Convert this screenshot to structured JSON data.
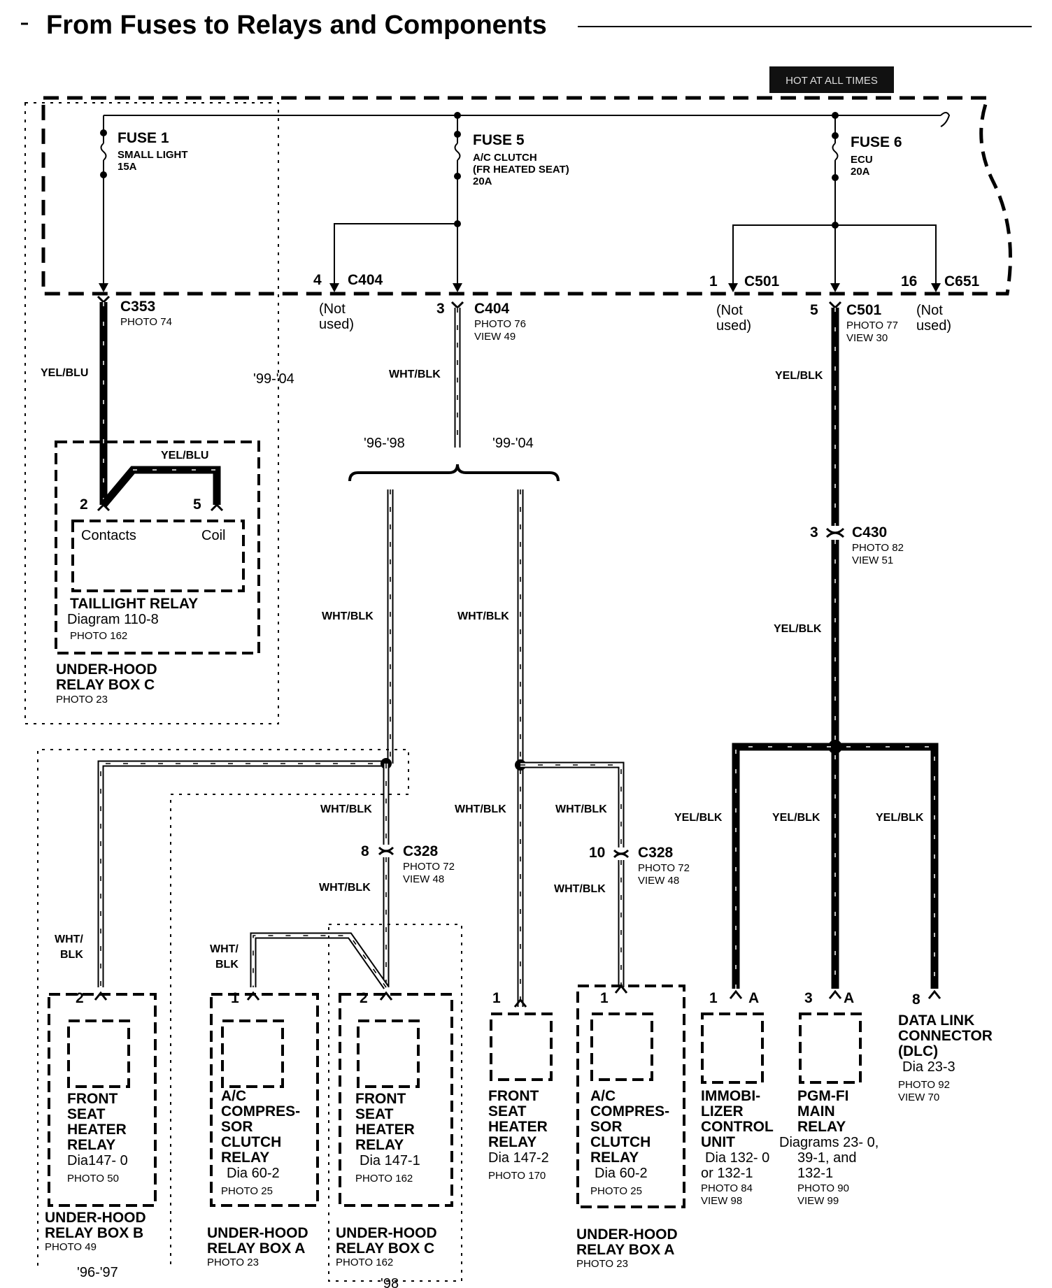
{
  "header": {
    "title": "From Fuses to Relays and Components",
    "hot_badge": "HOT AT ALL TIMES"
  },
  "fuses": [
    {
      "name": "FUSE 1",
      "desc1": "SMALL LIGHT",
      "desc2": "15A",
      "desc3": ""
    },
    {
      "name": "FUSE 5",
      "desc1": "A/C CLUTCH",
      "desc2": "(FR HEATED SEAT)",
      "desc3": "20A"
    },
    {
      "name": "FUSE 6",
      "desc1": "ECU",
      "desc2": "20A",
      "desc3": ""
    }
  ],
  "connectors": {
    "c353": {
      "name": "C353",
      "photo": "PHOTO 74"
    },
    "c404_unused": {
      "pin": "4",
      "name": "C404",
      "note1": "(Not",
      "note2": "used)"
    },
    "c404": {
      "pin": "3",
      "name": "C404",
      "photo": "PHOTO 76",
      "view": "VIEW 49"
    },
    "c501_unused": {
      "pin": "1",
      "name": "C501",
      "note1": "(Not",
      "note2": "used)"
    },
    "c501": {
      "pin": "5",
      "name": "C501",
      "photo": "PHOTO 77",
      "view": "VIEW 30"
    },
    "c651_unused": {
      "pin": "16",
      "name": "C651",
      "note1": "(Not",
      "note2": "used)"
    },
    "c430": {
      "pin": "3",
      "name": "C430",
      "photo": "PHOTO 82",
      "view": "VIEW 51"
    },
    "c328_a": {
      "pin": "8",
      "name": "C328",
      "photo": "PHOTO 72",
      "view": "VIEW 48"
    },
    "c328_b": {
      "pin": "10",
      "name": "C328",
      "photo": "PHOTO 72",
      "view": "VIEW 48"
    }
  },
  "wires": {
    "yel_blu": "YEL/BLU",
    "wht_blk": "WHT/BLK",
    "yel_blk": "YEL/BLK",
    "wht": "WHT/",
    "blk": "BLK"
  },
  "years": {
    "y99_04": "'99-'04",
    "y96_98": "'96-'98",
    "y96_97": "'96-'97",
    "y98": "'98"
  },
  "taillight": {
    "pin_a": "2",
    "pin_b": "5",
    "contacts": "Contacts",
    "coil": "Coil",
    "name": "TAILLIGHT RELAY",
    "diagram": "Diagram 110-8",
    "photo": "PHOTO 162",
    "box1": "UNDER-HOOD",
    "box2": "RELAY BOX C",
    "box_photo": "PHOTO 23"
  },
  "components": [
    {
      "pin": "2",
      "l1": "FRONT",
      "l2": "SEAT",
      "l3": "HEATER",
      "l4": "RELAY",
      "l5": "",
      "dia": "Dia147- 0",
      "photo": "PHOTO 50",
      "box1": "UNDER-HOOD",
      "box2": "RELAY BOX B",
      "box_photo": "PHOTO 49"
    },
    {
      "pin": "1",
      "l1": "A/C",
      "l2": "COMPRES-",
      "l3": "SOR",
      "l4": "CLUTCH",
      "l5": "RELAY",
      "dia": "Dia  60-2",
      "photo": "PHOTO 25",
      "box1": "UNDER-HOOD",
      "box2": "RELAY BOX A",
      "box_photo": "PHOTO 23"
    },
    {
      "pin": "2",
      "l1": "FRONT",
      "l2": "SEAT",
      "l3": "HEATER",
      "l4": "RELAY",
      "l5": "",
      "dia": "Dia  147-1",
      "photo": "PHOTO 162",
      "box1": "UNDER-HOOD",
      "box2": "RELAY BOX C",
      "box_photo": "PHOTO 162"
    },
    {
      "pin": "1",
      "l1": "FRONT",
      "l2": "SEAT",
      "l3": "HEATER",
      "l4": "RELAY",
      "l5": "",
      "dia": "Dia  147-2",
      "photo": "PHOTO 170"
    },
    {
      "pin": "1",
      "l1": "A/C",
      "l2": "COMPRES-",
      "l3": "SOR",
      "l4": "CLUTCH",
      "l5": "RELAY",
      "dia": "Dia  60-2",
      "photo": "PHOTO 25",
      "box1": "UNDER-HOOD",
      "box2": "RELAY BOX A",
      "box_photo": "PHOTO 23"
    },
    {
      "pin": "1",
      "pin2": "A",
      "l1": "IMMOBI-",
      "l2": "LIZER",
      "l3": "CONTROL",
      "l4": "UNIT",
      "dia": "Dia 132- 0",
      "dia2": "or 132-1",
      "photo": "PHOTO 84",
      "view": "VIEW 98"
    },
    {
      "pin": "3",
      "pin2": "A",
      "l1": "PGM-FI",
      "l2": "MAIN",
      "l3": "RELAY",
      "dia": "Diagrams 23- 0,",
      "dia2": "39-1, and",
      "dia3": "132-1",
      "photo": "PHOTO 90",
      "view": "VIEW 99"
    },
    {
      "pin": "8",
      "l1": "DATA LINK",
      "l2": "CONNECTOR",
      "l3": "(DLC)",
      "dia": "Dia  23-3",
      "photo": "PHOTO 92",
      "view": "VIEW 70"
    }
  ]
}
